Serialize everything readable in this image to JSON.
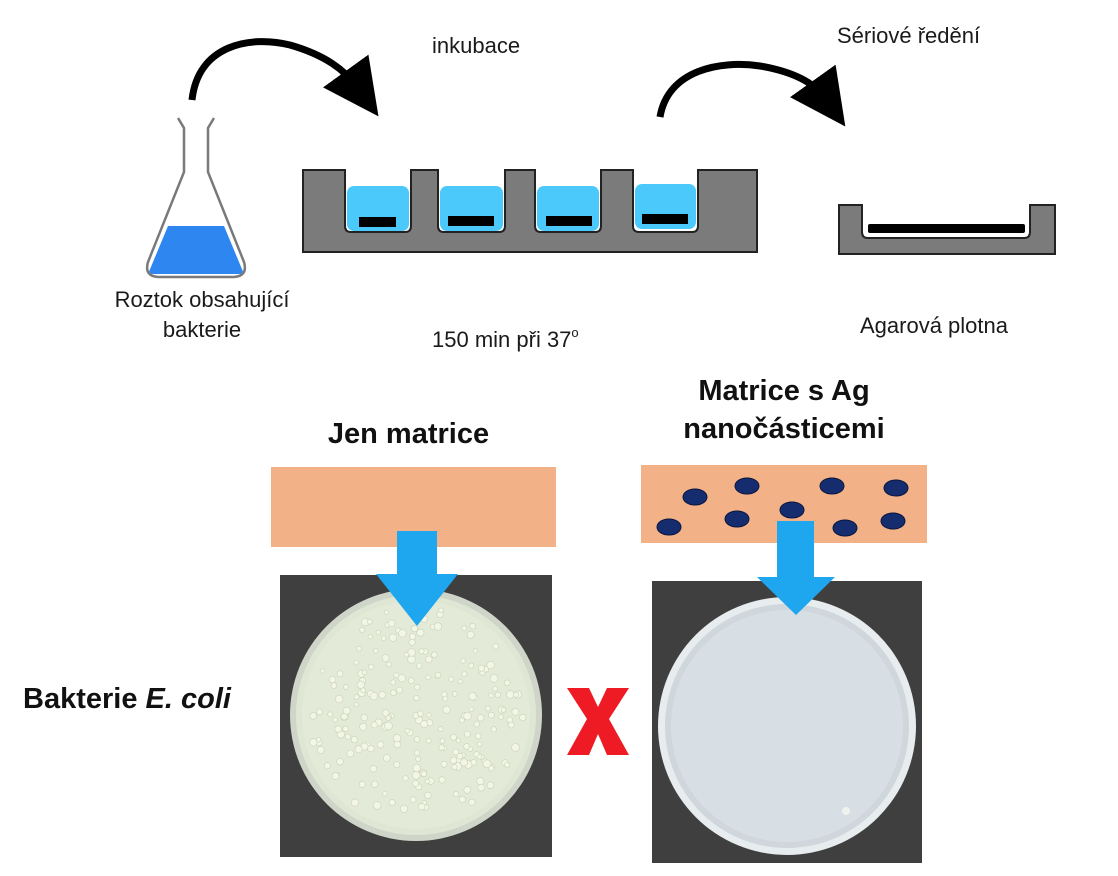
{
  "labels": {
    "incubation": "inkubace",
    "serial_dilution": "Sériové ředění",
    "solution_line1": "Roztok obsahující",
    "solution_line2": "bakterie",
    "time_temp": "150 min při 37",
    "degree": "o",
    "agar_plate": "Agarová plotna",
    "matrix_only": "Jen matrice",
    "matrix_ag_line1": "Matrice s Ag",
    "matrix_ag_line2": "nanočásticemi",
    "bacteria_prefix": "Bakterie ",
    "bacteria_species": "E. coli",
    "versus_mark": "X"
  },
  "colors": {
    "liquid": "#2e86f0",
    "well_liquid": "#4cc9fb",
    "tray": "#7b7b7b",
    "matrix": "#f2b186",
    "nanoparticle": "#152c6e",
    "down_arrow": "#1ea6ee",
    "cross": "#ee1b24",
    "photo_bg": "#3f3f3f",
    "agar": "#dfe7d4"
  },
  "icons": [
    "curved-arrow-icon",
    "erlenmeyer-flask-icon",
    "well-tray-icon",
    "agar-plate-icon",
    "down-arrow-icon",
    "petri-dish-photo",
    "cross-icon"
  ]
}
